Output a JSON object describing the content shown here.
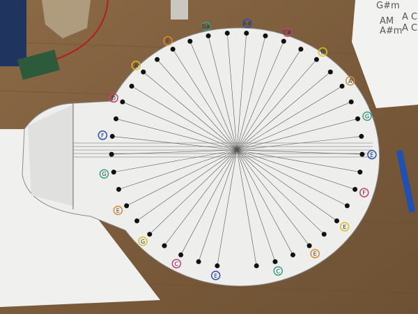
{
  "scene": {
    "description_labels": {
      "corner_note_lines": [
        "G#m",
        "AM",
        "A#m",
        "A C#",
        "A C"
      ]
    },
    "note_labels": [
      "E",
      "C",
      "G",
      "E",
      "G",
      "F",
      "D",
      "A",
      "F",
      "D#",
      "A#",
      "C#",
      "B",
      "A",
      "G",
      "E",
      "F",
      "E"
    ],
    "colors": {
      "wood": "#7d5f3f",
      "paper": "#eeeeec",
      "dot": "#111111",
      "ring_blue": "#2a4fc0",
      "ring_orange": "#e0892a",
      "ring_pink": "#d03a7a",
      "ring_green": "#2aa58a",
      "ring_yellow": "#d8c020"
    }
  }
}
